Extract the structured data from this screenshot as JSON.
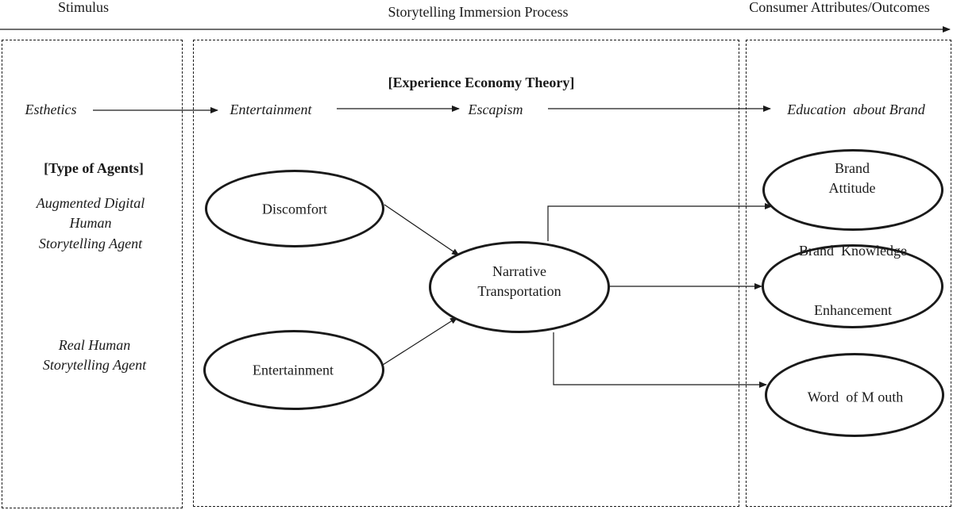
{
  "header": {
    "stimulus": "Stimulus",
    "process": "Storytelling Immersion Process",
    "outcomes": "Consumer Attributes/Outcomes"
  },
  "theory": {
    "title": "[Experience Economy Theory]",
    "stages": [
      "Esthetics",
      "Entertainment",
      "Escapism",
      "Education  about Brand"
    ]
  },
  "agents": {
    "title": "[Type of Agents]",
    "augmented": [
      "Augmented Digital",
      "Human",
      "Storytelling Agent"
    ],
    "real": [
      "Real Human",
      "Storytelling Agent"
    ]
  },
  "nodes": {
    "discomfort": "Discomfort",
    "entertainment": "Entertainment",
    "narrative": [
      "Narrative",
      "Transportation"
    ],
    "brand_attitude": [
      "Brand",
      "Attitude"
    ],
    "brand_knowledge": [
      "Brand  Knowledge",
      "Enhancement"
    ],
    "word_of_mouth": "Word  of M outh"
  }
}
